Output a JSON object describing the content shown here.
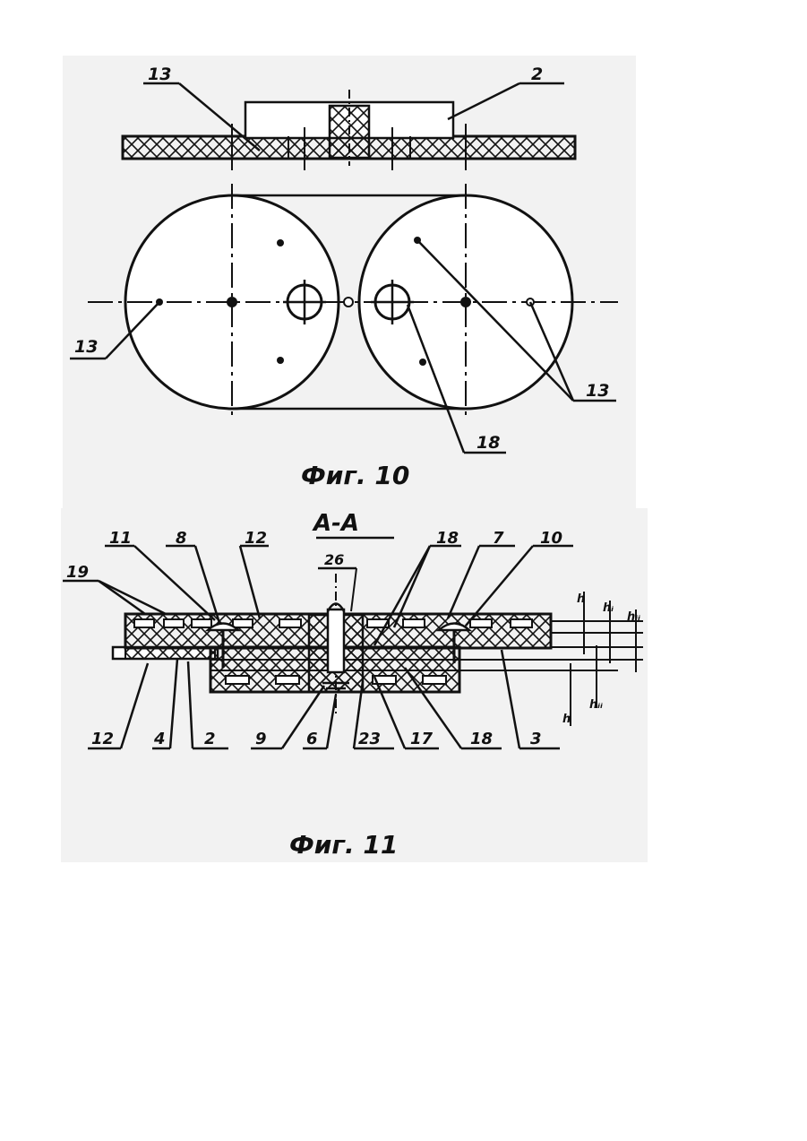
{
  "fig10": {
    "caption": "Фиг. 10",
    "labels": {
      "l13_top": "13",
      "l2": "2",
      "l13_left": "13",
      "l13_right": "13",
      "l18": "18"
    }
  },
  "fig11": {
    "section": "А-А",
    "caption": "Фиг. 11",
    "labels": {
      "l11": "11",
      "l8": "8",
      "l12_top": "12",
      "l19": "19",
      "l26": "26",
      "l18_top": "18",
      "l7": "7",
      "l10": "10",
      "l12_bot": "12",
      "l4": "4",
      "l2": "2",
      "l9": "9",
      "l6": "6",
      "l23": "23",
      "l17": "17",
      "l18_bot": "18",
      "l3": "3",
      "h1": "h",
      "h2": "hᵢ",
      "h3": "hᵢᵢ",
      "h4": "h",
      "h5": "hᵢᵢ"
    }
  },
  "colors": {
    "ink": "#111111",
    "paper": "#ffffff",
    "scan_gray": "#f0f0f0"
  }
}
